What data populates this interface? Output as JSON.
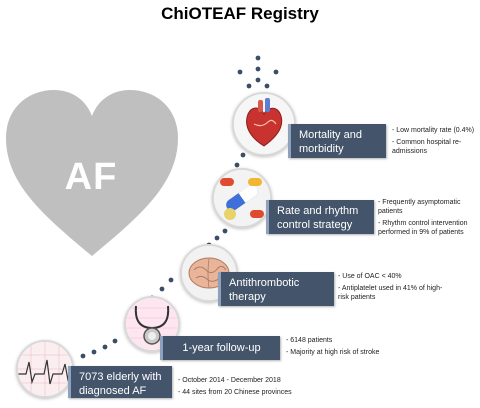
{
  "title": "ChiOTEAF Registry",
  "heart_label": "AF",
  "colors": {
    "heart": "#bfbfbf",
    "box": "#44546a",
    "dot": "#3b4e66"
  },
  "steps": [
    {
      "label": "7073 elderly with diagnosed AF",
      "icon": "ecg-icon",
      "notes": [
        "- October 2014 - December 2018",
        "- 44 sites from 20 Chinese provinces"
      ]
    },
    {
      "label": "1-year follow-up",
      "icon": "stethoscope-icon",
      "notes": [
        "- 6148 patients",
        "- Majority at high risk of stroke"
      ]
    },
    {
      "label": "Antithrombotic therapy",
      "icon": "brain-icon",
      "notes": [
        "- Use of OAC < 40%",
        "- Antiplatelet used in 41% of high-risk patients"
      ]
    },
    {
      "label": "Rate and rhythm control strategy",
      "icon": "pills-icon",
      "notes": [
        "- Frequently asymptomatic patients",
        "- Rhythm control intervention performed in 9% of patients"
      ]
    },
    {
      "label": "Mortality and morbidity",
      "icon": "heart-organ-icon",
      "notes": [
        "- Low mortality rate (0.4%)",
        "- Common hospital re-admissions"
      ]
    }
  ]
}
